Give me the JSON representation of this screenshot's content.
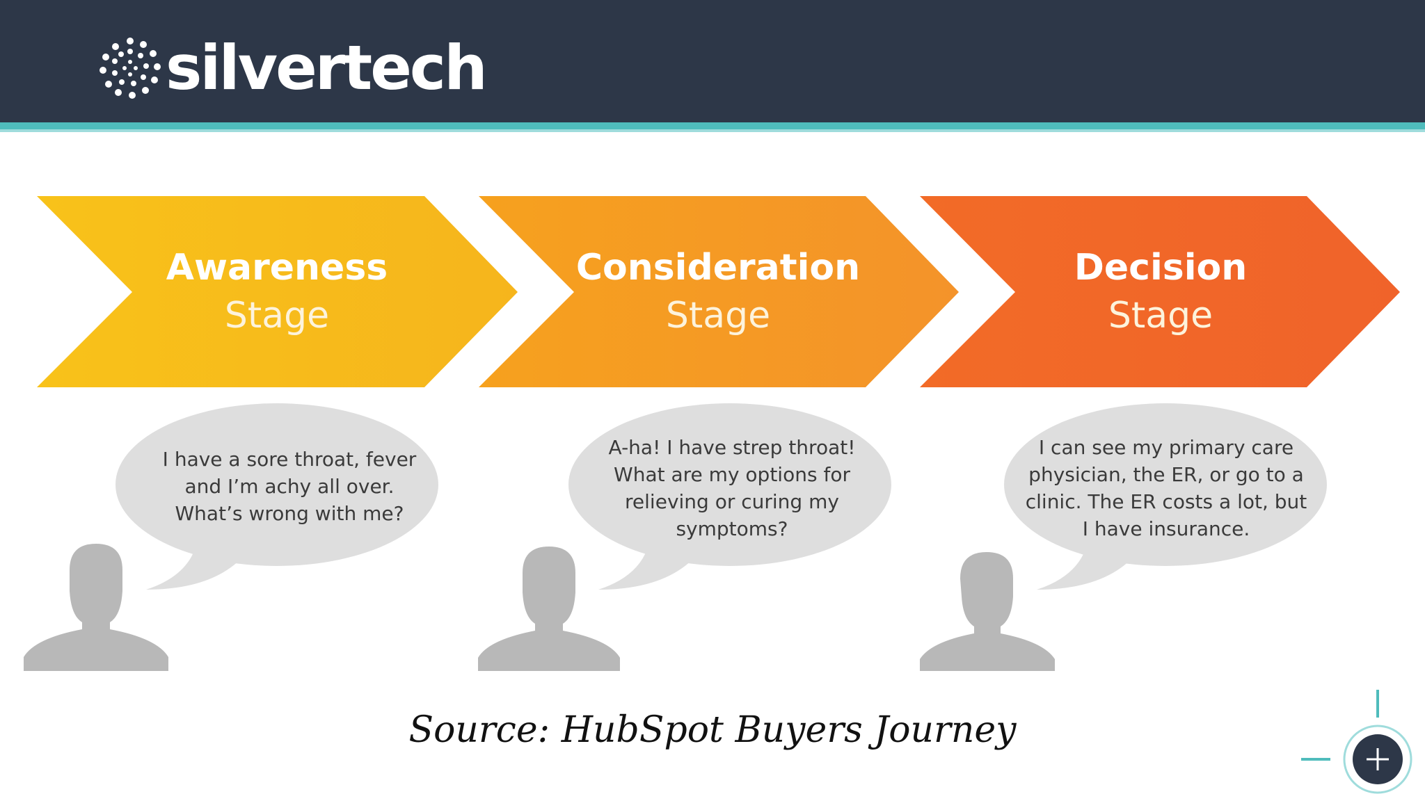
{
  "header": {
    "logo_text": "silvertech",
    "background": "#2d3748",
    "stripe_color": "#4fbcbc"
  },
  "stages": [
    {
      "title": "Awareness",
      "subtitle": "Stage",
      "color": "#f7bf1a",
      "quote": "I have a sore throat, fever and I’m achy all over. What’s wrong with me?"
    },
    {
      "title": "Consideration",
      "subtitle": "Stage",
      "color": "#f7a21f",
      "quote": "A-ha! I have strep throat! What are my options for relieving or curing my symptoms?"
    },
    {
      "title": "Decision",
      "subtitle": "Stage",
      "color": "#f26b27",
      "quote": "I can see my primary care physician, the ER, or go to a clinic. The ER costs a lot, but I have insurance."
    }
  ],
  "bubble_color": "#dedede",
  "person_color": "#b8b8b8",
  "source": "Source: HubSpot Buyers Journey",
  "add_button": {
    "icon": "plus-icon",
    "accent": "#4fbcbc",
    "fill": "#2d3748"
  }
}
